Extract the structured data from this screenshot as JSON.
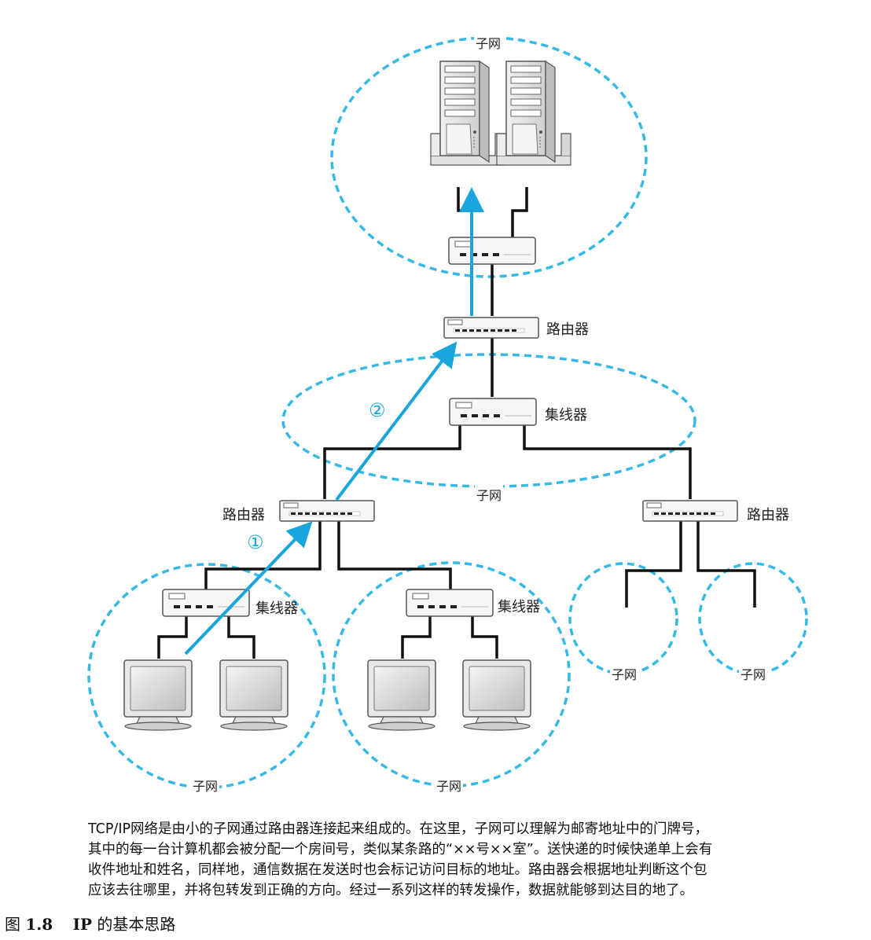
{
  "diagram": {
    "subnet_label": "子网",
    "router_label": "路由器",
    "hub_label": "集线器",
    "step1": "①",
    "step2": "②",
    "colors": {
      "subnet_outline": "#36b9e4",
      "packet_arrow": "#1aa6dc",
      "cable": "#111111"
    }
  },
  "caption": {
    "lines": [
      "TCP/IP网络是由小的子网通过路由器连接起来组成的。在这里，子网可以理解为邮寄地址中的门牌号，",
      "其中的每一台计算机都会被分配一个房间号，类似某条路的“××号××室”。送快递的时候快递单上会有",
      "收件地址和姓名，同样地，通信数据在发送时也会标记访问目标的地址。路由器会根据地址判断这个包",
      "应该去往哪里，并将包转发到正确的方向。经过一系列这样的转发操作，数据就能够到达目的地了。"
    ]
  },
  "figure": {
    "number_prefix": "图",
    "number": "1.8",
    "title_strong": "IP",
    "title_rest": "的基本思路"
  }
}
